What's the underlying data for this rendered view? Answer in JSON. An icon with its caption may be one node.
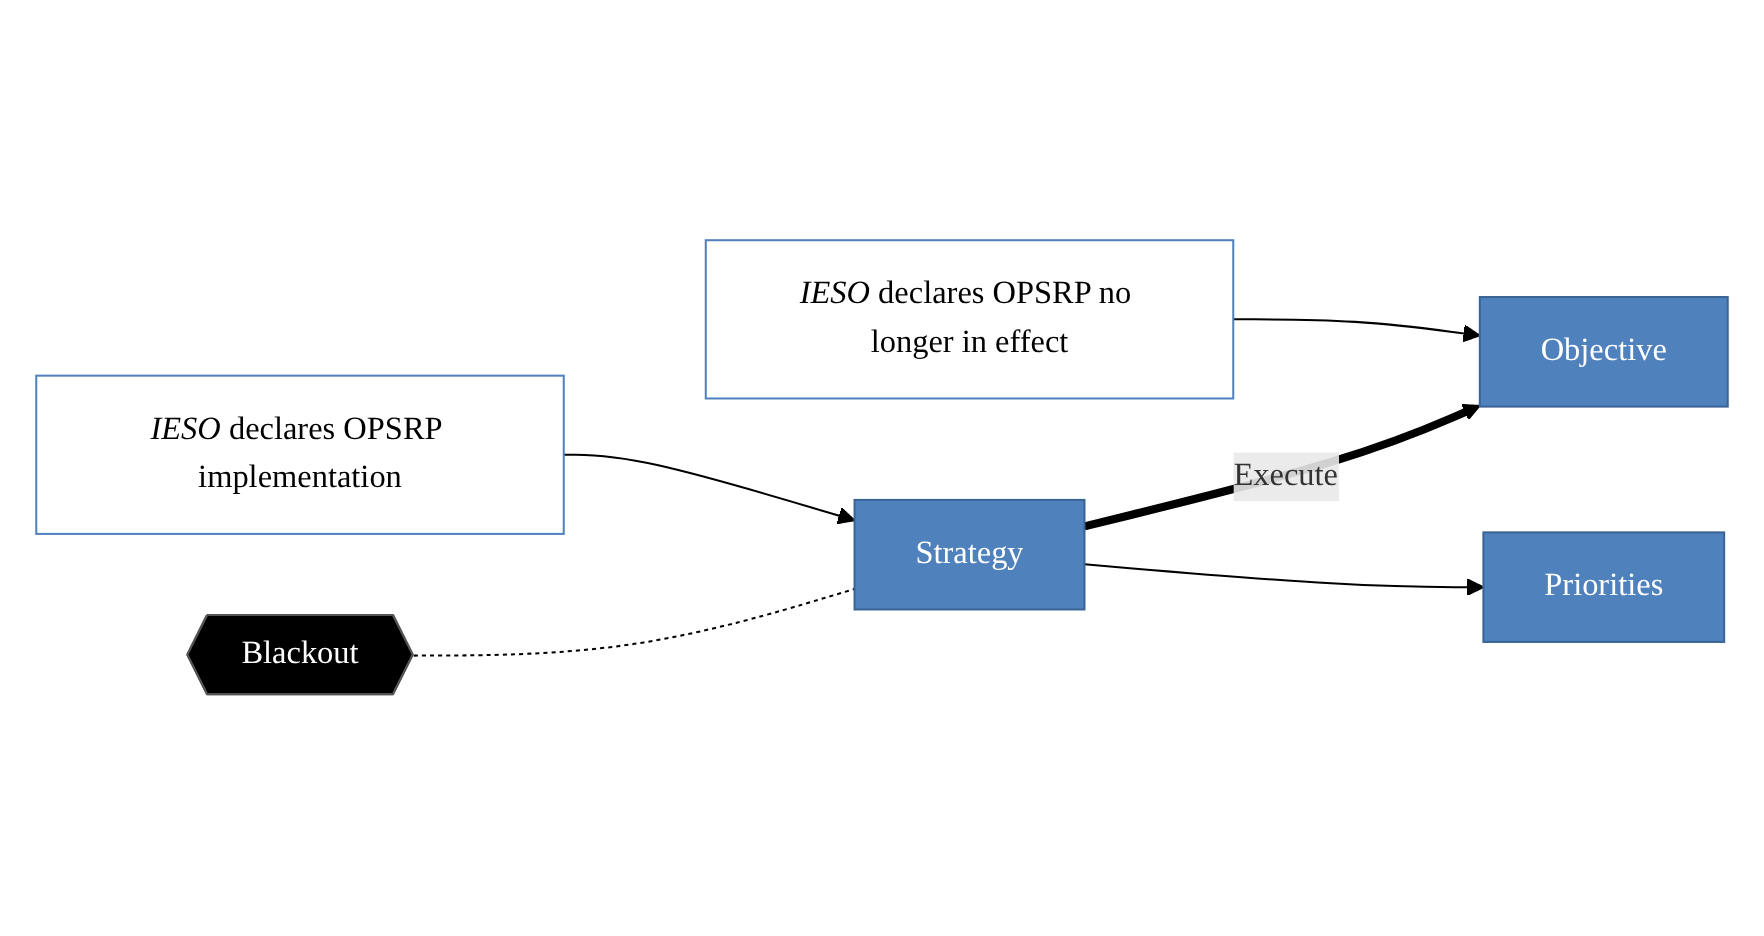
{
  "diagram": {
    "nodes": [
      {
        "text": [
          "Blackout"
        ]
      },
      {
        "text": [
          "Strategy"
        ]
      },
      {
        "text": [
          "Objective"
        ]
      },
      {
        "text": [
          "Priorities"
        ]
      },
      {
        "text": [
          "*IESO* declares OPSRP implementation"
        ]
      },
      {
        "text": [
          "*IESO* declares OPSRP no longer in effect"
        ]
      }
    ],
    "edges": [
      {
        "from": 0,
        "to": 1,
        "arrow": "none",
        "style": "dashed"
      },
      {
        "from": 1,
        "to": 2,
        "arrow": "to",
        "label": "Execute",
        "style": "thick"
      },
      {
        "from": 1,
        "to": 3,
        "arrow": "to"
      },
      {
        "from": 4,
        "to": 1,
        "arrow": "to"
      },
      {
        "from": 5,
        "to": 2,
        "arrow": "to"
      }
    ]
  }
}
